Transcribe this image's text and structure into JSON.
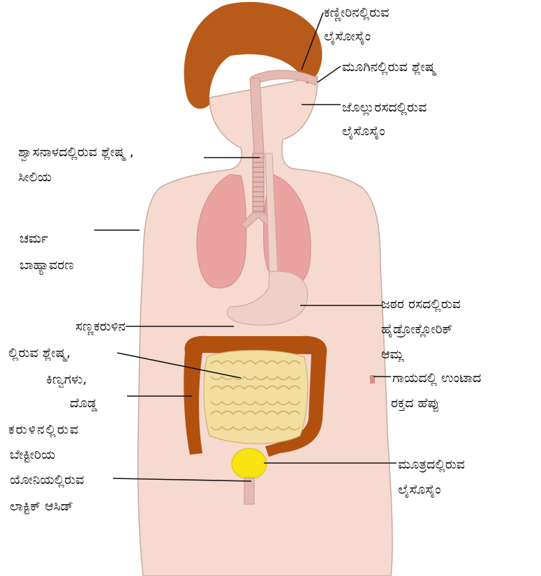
{
  "labels": {
    "tears_1": "ಕಣ್ಣೀರಿನಲ್ಲಿರುವ",
    "tears_2": "ಲೈಸೋಸೈಂ",
    "nose_1": "ಮೂಗಿನಲ್ಲಿರುವ ಶ್ಲೇಷ್ಮ",
    "saliva_1": "ಜೊಲ್ಲುರಸದಲ್ಲಿರುವ",
    "saliva_2": "ಲೈಸೊಸೈಂ",
    "trachea_1": "ಶ್ವಾಸನಾಳದಲ್ಲಿರುವ ಶ್ಲೇಷ್ಮ ,",
    "trachea_2": "ಸೀಲಿಯ",
    "skin_1": "ಚರ್ಮ",
    "skin_2": "ಬಾಹ್ಯಾವರಣ",
    "stomach_1": "ಜಠರ ರಸದಲ್ಲಿರುವ",
    "stomach_2": "ಹೈಡ್ರೋಕ್ಲೋರಿಕ್",
    "stomach_3": "ಆಮ್ಲ",
    "intestine_1": "ಸಣ್ಣಕರುಳಿನ",
    "intestine_2": "ಲ್ಲಿರುವ ಶ್ಲೇಷ್ಮ,",
    "intestine_3": "ಕಿಣ್ವಗಳು,",
    "intestine_4": "ದೊಡ್ಡ",
    "intestine_5": "ಕರುಳಿನಲ್ಲಿರುವ",
    "intestine_6": "ಬೇಕ್ಟೀರಿಯ",
    "vagina_1": "ಯೋನಿಯಲ್ಲಿರುವ",
    "vagina_2": "ಲಾಕ್ಟಿಕ್ ಆಸಿಡ್",
    "wound_1": "ಗಾಯದಲ್ಲಿ  ಉಂಟಾದ",
    "wound_2": "ರಕ್ತದ ಹೆಪ್ಪು",
    "urine_1": "ಮೂತ್ರದಲ್ಲಿರುವ",
    "urine_2": "ಲೈಸೊಸೈಂ"
  },
  "colors": {
    "skin": "#f6d9cf",
    "skin_outline": "#c9a99d",
    "hair": "#b75a1a",
    "lungs": "#eba3a0",
    "stomach": "#eed0c7",
    "small_intestine": "#f2dea0",
    "large_intestine": "#b2500f",
    "bladder": "#f7e30f",
    "airway": "#e4bab1"
  }
}
